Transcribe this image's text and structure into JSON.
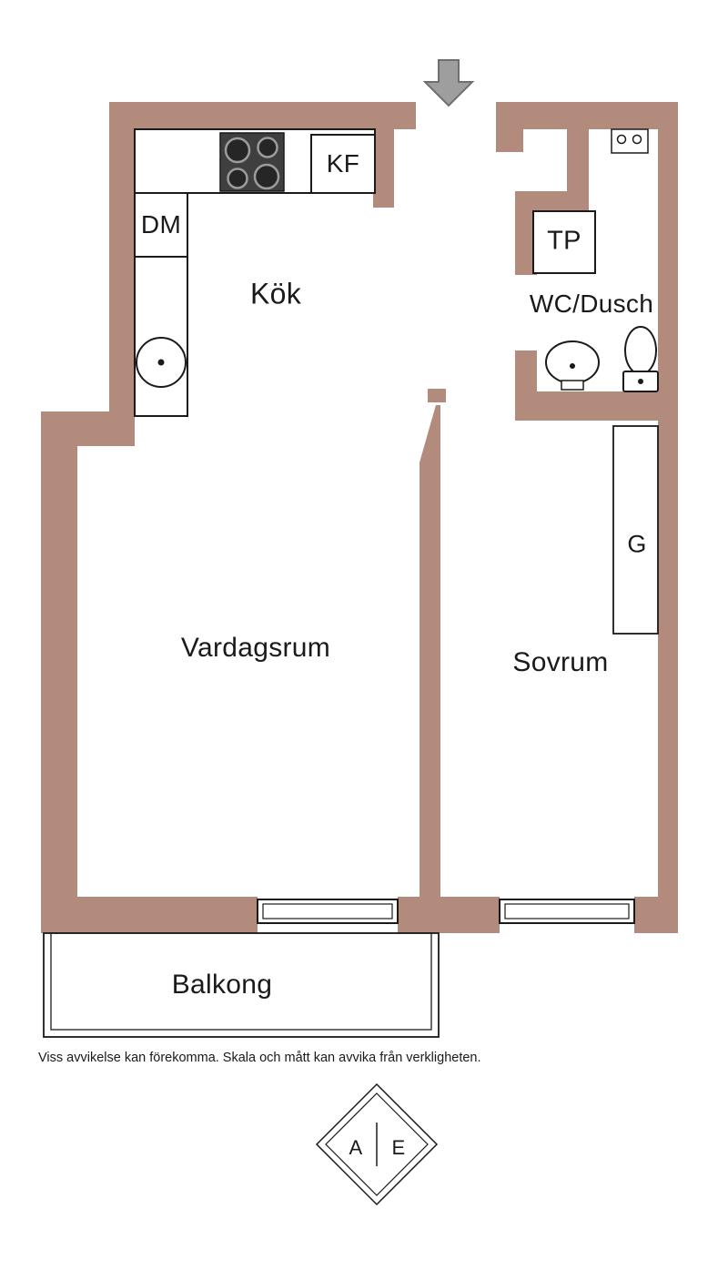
{
  "rooms": {
    "kitchen": "Kök",
    "living_room": "Vardagsrum",
    "bedroom": "Sovrum",
    "bathroom": "WC/Dusch",
    "balcony": "Balkong"
  },
  "fixtures": {
    "fridge_freezer": "KF",
    "dishwasher": "DM",
    "drying_cabinet": "TP",
    "wardrobe": "G"
  },
  "compass": {
    "left_letter": "A",
    "right_letter": "E"
  },
  "disclaimer": "Viss avvikelse kan förekomma. Skala och mått kan avvika från verkligheten.",
  "icons": {
    "entrance": "arrow-down",
    "stove": "four-burner-hob",
    "kitchen_sink": "round-sink",
    "bathroom": [
      "toilet",
      "washbasin",
      "mixer"
    ]
  },
  "colors": {
    "wall": "#b28b7d",
    "line": "#1a1a1a",
    "arrow_fill": "#9e9e9e",
    "arrow_stroke": "#6f6f6f",
    "stove": "#3f3f3f",
    "background": "#ffffff"
  }
}
